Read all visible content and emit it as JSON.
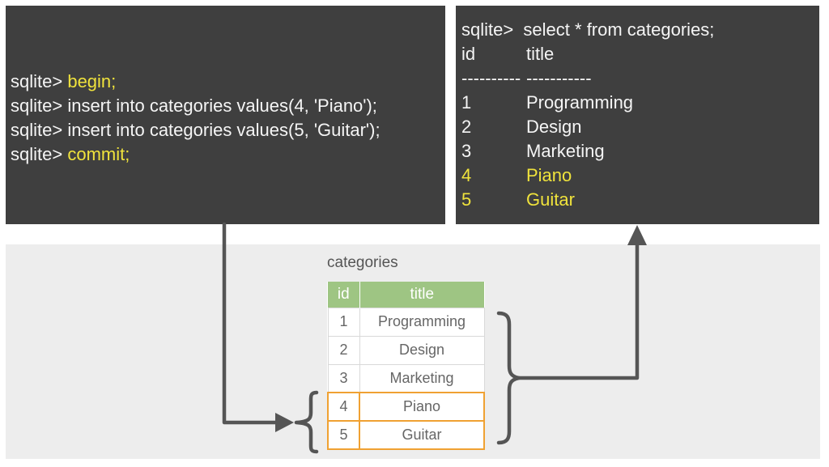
{
  "colors": {
    "terminal_bg": "#3f3f3f",
    "terminal_text": "#f5f5f5",
    "highlight_yellow": "#f0e33c",
    "header_green": "#9ec583",
    "insert_orange": "#f0a132",
    "arrow_gray": "#555555",
    "panel_gray": "#ededed",
    "table_text": "#666666",
    "table_border": "#d9d9d9",
    "label_gray": "#555555"
  },
  "left_terminal": {
    "lines": [
      {
        "prompt": "sqlite> ",
        "command": "begin;",
        "highlight": true
      },
      {
        "prompt": "sqlite> ",
        "command": "insert into categories values(4, 'Piano');",
        "highlight": false
      },
      {
        "prompt": "sqlite> ",
        "command": "insert into categories values(5, 'Guitar');",
        "highlight": false
      },
      {
        "prompt": "sqlite> ",
        "command": "commit;",
        "highlight": true
      }
    ]
  },
  "right_terminal": {
    "query_line": "sqlite>  select * from categories;",
    "result_rows": [
      {
        "col1": "id",
        "col2": "title",
        "highlight": false
      },
      {
        "col1": "----------",
        "col2": "-----------",
        "highlight": false
      },
      {
        "col1": "1",
        "col2": "Programming",
        "highlight": false
      },
      {
        "col1": "2",
        "col2": "Design",
        "highlight": false
      },
      {
        "col1": "3",
        "col2": "Marketing",
        "highlight": false
      },
      {
        "col1": "4",
        "col2": "Piano",
        "highlight": true
      },
      {
        "col1": "5",
        "col2": "Guitar",
        "highlight": true
      }
    ]
  },
  "diagram": {
    "table_label": "categories",
    "table": {
      "headers": [
        "id",
        "title"
      ],
      "rows": [
        {
          "id": "1",
          "title": "Programming",
          "inserted": false
        },
        {
          "id": "2",
          "title": "Design",
          "inserted": false
        },
        {
          "id": "3",
          "title": "Marketing",
          "inserted": false
        },
        {
          "id": "4",
          "title": "Piano",
          "inserted": true
        },
        {
          "id": "5",
          "title": "Guitar",
          "inserted": true
        }
      ]
    }
  }
}
